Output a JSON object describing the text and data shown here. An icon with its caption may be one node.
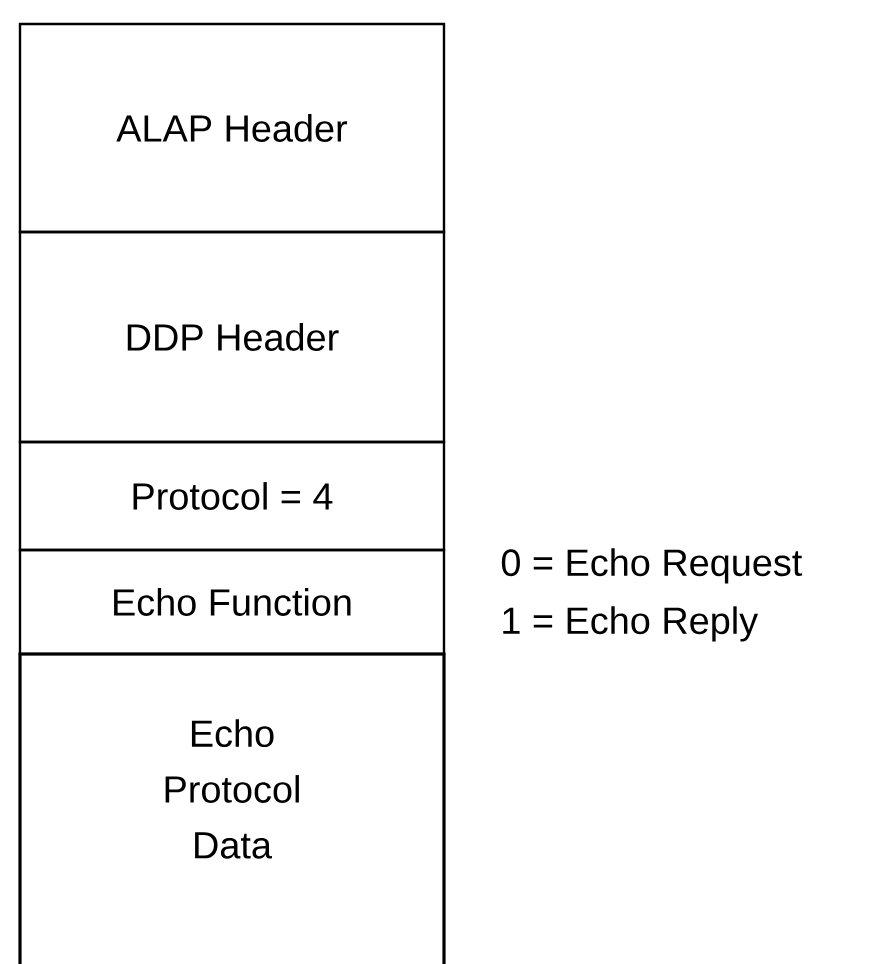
{
  "diagram": {
    "nodes": [
      {
        "text": [
          "ALAP Header"
        ]
      },
      {
        "text": [
          "DDP Header"
        ]
      },
      {
        "text": [
          "Protocol = 4"
        ]
      },
      {
        "text": [
          "Echo Function"
        ],
        "beside": [
          "0 = Echo Request",
          "1 = Echo Reply"
        ]
      },
      {
        "text": [
          "Echo Protocol Data"
        ]
      }
    ]
  }
}
